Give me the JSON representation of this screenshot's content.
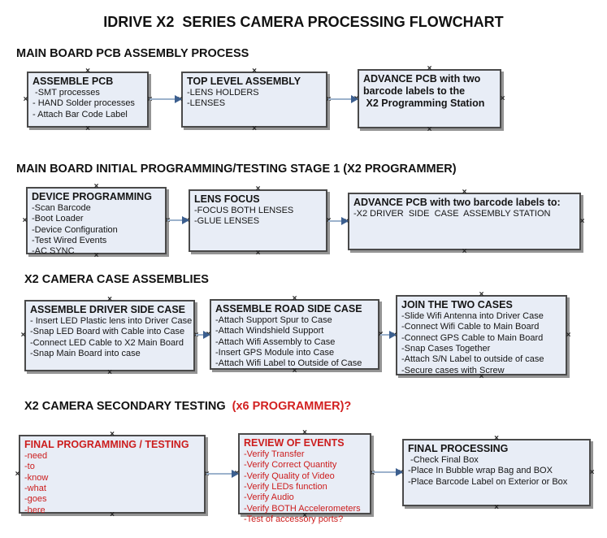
{
  "title": "IDRIVE X2  SERIES CAMERA PROCESSING FLOWCHART",
  "icons": {
    "handle_glyph": "×",
    "arrowhead": "right-triangle"
  },
  "colors": {
    "box_fill": "#e8edf6",
    "box_border": "#4a4a4a",
    "box_shadow": "#949494",
    "arrow_line": "#9cb2cc",
    "arrow_head": "#3c5f8f",
    "red_text": "#cc1d1d",
    "black_text": "#111111"
  },
  "sections": [
    {
      "heading": "MAIN BOARD PCB ASSEMBLY PROCESS",
      "boxes": [
        {
          "title": "ASSEMBLE PCB",
          "items": [
            " -SMT processes",
            "- HAND Solder processes",
            "- Attach Bar Code Label"
          ]
        },
        {
          "title": "TOP LEVEL ASSEMBLY",
          "items": [
            "-LENS HOLDERS",
            "-LENSES"
          ]
        },
        {
          "title": "ADVANCE PCB with two barcode labels to the\n X2 Programming Station",
          "items": []
        }
      ]
    },
    {
      "heading": "MAIN BOARD INITIAL PROGRAMMING/TESTING STAGE 1 (X2 PROGRAMMER)",
      "boxes": [
        {
          "title": "DEVICE PROGRAMMING",
          "items": [
            "-Scan Barcode",
            "-Boot Loader",
            "-Device Configuration",
            "-Test Wired Events",
            "-AC SYNC"
          ]
        },
        {
          "title": "LENS FOCUS",
          "items": [
            "-FOCUS BOTH LENSES",
            "-GLUE LENSES"
          ]
        },
        {
          "title": "ADVANCE PCB with two barcode labels to:",
          "items": [
            "-X2 DRIVER  SIDE  CASE  ASSEMBLY STATION"
          ]
        }
      ]
    },
    {
      "heading": "X2 CAMERA CASE ASSEMBLIES",
      "boxes": [
        {
          "title": "ASSEMBLE DRIVER SIDE CASE",
          "items": [
            "- Insert LED Plastic lens into Driver Case",
            "-Snap LED Board with Cable into Case",
            "-Connect LED Cable to X2 Main Board",
            "-Snap Main Board into case"
          ]
        },
        {
          "title": "ASSEMBLE ROAD SIDE CASE",
          "items": [
            "-Attach Support Spur to Case",
            "-Attach Windshield Support",
            "-Attach Wifi Assembly to Case",
            "-Insert GPS Module into Case",
            "-Attach Wifi Label to Outside of Case"
          ]
        },
        {
          "title": "JOIN THE TWO CASES",
          "items": [
            "-Slide Wifi Antenna into Driver Case",
            "-Connect Wifi Cable to Main Board",
            "-Connect GPS Cable to Main Board",
            "-Snap Cases Together",
            "-Attach S/N Label to outside of case",
            "-Secure cases with Screw"
          ]
        }
      ]
    },
    {
      "heading": "X2 CAMERA SECONDARY TESTING ",
      "heading_highlight": " (x6 PROGRAMMER)?",
      "boxes": [
        {
          "title": "FINAL PROGRAMMING / TESTING",
          "items": [
            "-need",
            "-to",
            "-know",
            "-what",
            "-goes",
            "-here"
          ]
        },
        {
          "title": "REVIEW OF EVENTS",
          "items": [
            "-Verify Transfer",
            "-Verify Correct Quantity",
            "-Verify Quality of Video",
            "-Verify LEDs function",
            "-Verify Audio",
            "-Verify BOTH Accelerometers",
            "-Test of accessory ports?"
          ]
        },
        {
          "title": "FINAL PROCESSING",
          "items": [
            " -Check Final Box",
            "-Place In Bubble wrap Bag and BOX",
            "-Place Barcode Label on Exterior or Box"
          ]
        }
      ]
    }
  ]
}
